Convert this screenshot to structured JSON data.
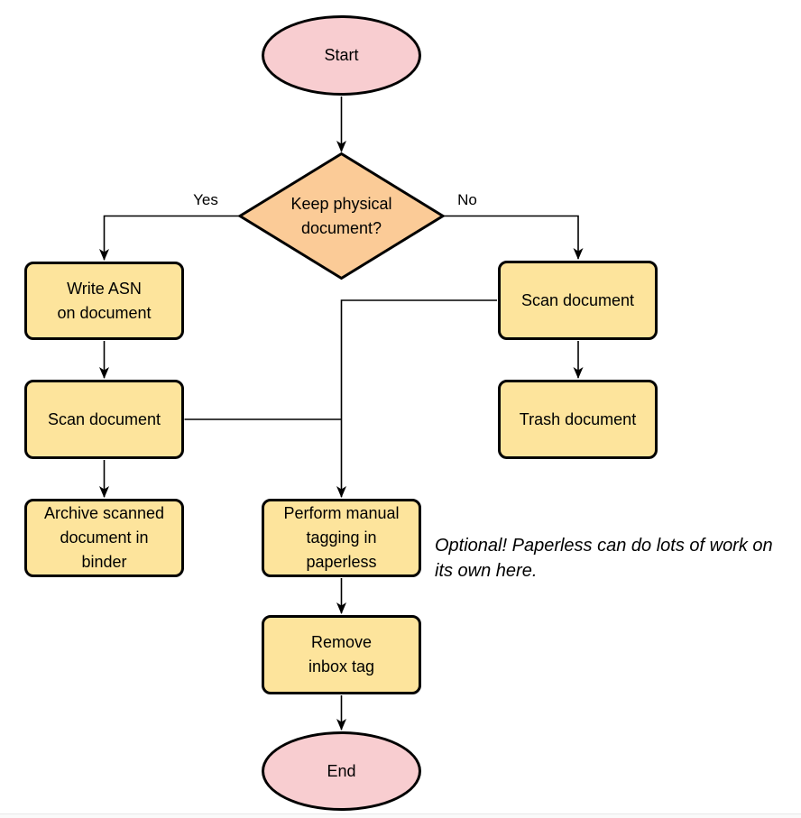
{
  "diagram": {
    "nodes": {
      "start": {
        "label": "Start",
        "type": "terminal"
      },
      "decision": {
        "label": "Keep physical\ndocument?",
        "type": "decision"
      },
      "write_asn": {
        "label": "Write ASN\non document",
        "type": "process"
      },
      "scan_left": {
        "label": "Scan document",
        "type": "process"
      },
      "archive": {
        "label": "Archive scanned\ndocument in\nbinder",
        "type": "process"
      },
      "scan_right": {
        "label": "Scan document",
        "type": "process"
      },
      "trash": {
        "label": "Trash document",
        "type": "process"
      },
      "tagging": {
        "label": "Perform manual\ntagging in\npaperless",
        "type": "process"
      },
      "remove_inbox": {
        "label": "Remove\ninbox tag",
        "type": "process"
      },
      "end": {
        "label": "End",
        "type": "terminal"
      }
    },
    "edge_labels": {
      "yes": "Yes",
      "no": "No"
    },
    "note": "Optional! Paperless can do lots of work on\nits own here.",
    "colors": {
      "terminal_fill": "#f8cdd0",
      "decision_fill": "#fbcb97",
      "process_fill": "#fde49c",
      "stroke": "#000000"
    }
  }
}
